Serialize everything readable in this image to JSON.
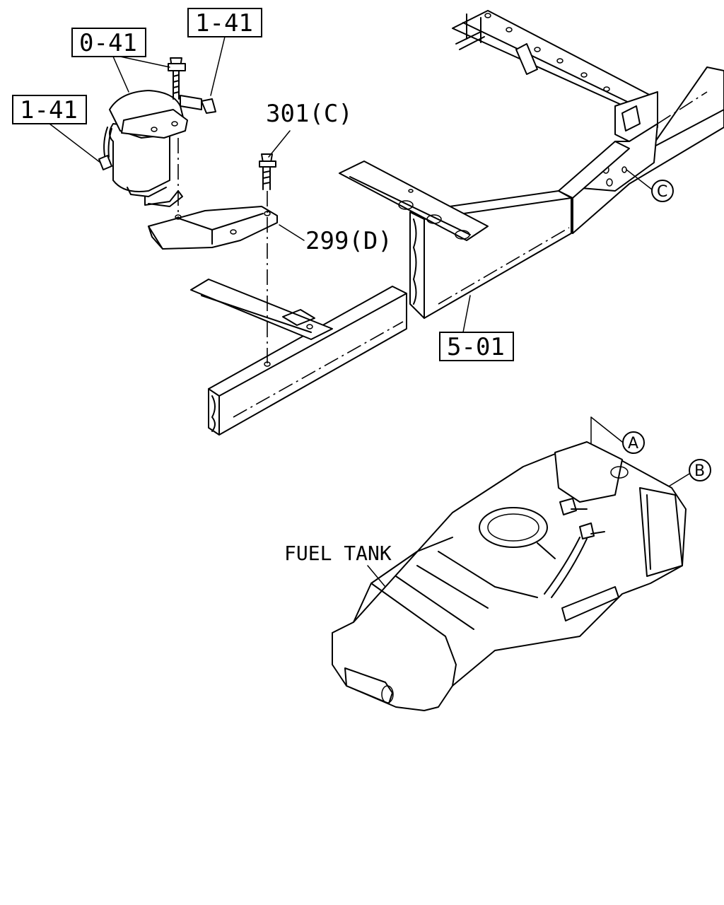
{
  "callouts": {
    "filter_ref": "0-41",
    "hose_ref_top": "1-41",
    "hose_ref_left": "1-41",
    "bolt_ref": "301(C)",
    "bracket_ref": "299(D)",
    "frame_ref": "5-01",
    "fuel_tank": "FUEL TANK"
  },
  "markers": {
    "a": "A",
    "b": "B",
    "c": "C"
  }
}
